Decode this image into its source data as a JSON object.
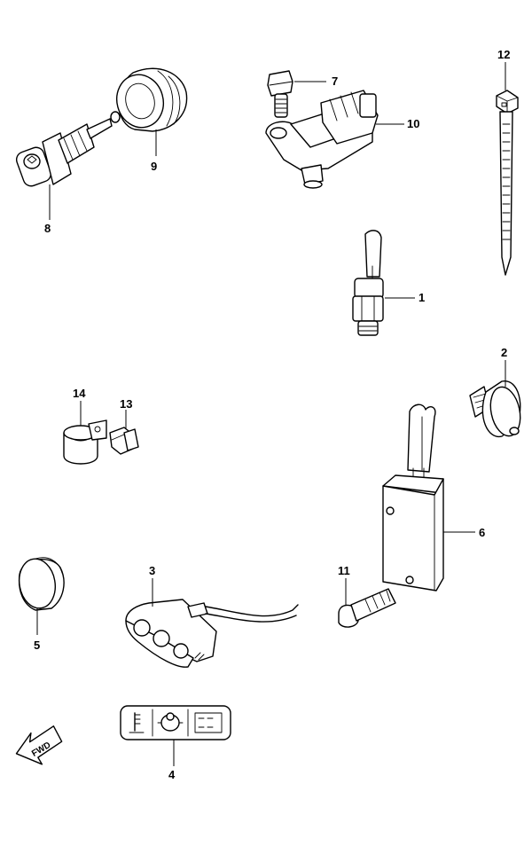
{
  "callouts": {
    "c1": "1",
    "c2": "2",
    "c3": "3",
    "c4": "4",
    "c5": "5",
    "c6": "6",
    "c7": "7",
    "c8": "8",
    "c9": "9",
    "c10": "10",
    "c11": "11",
    "c12": "12",
    "c13": "13",
    "c14": "14"
  },
  "fwd_label": "FWD",
  "line_color": "#000000",
  "background_color": "#ffffff"
}
